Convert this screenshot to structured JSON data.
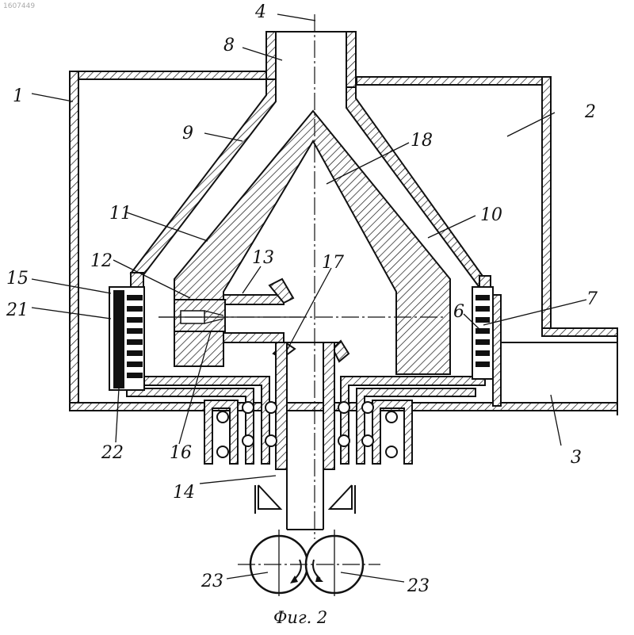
{
  "corner_id": "1607449",
  "caption": "Фиг. 2",
  "labels": {
    "l1": "1",
    "l2": "2",
    "l3": "3",
    "l4": "4",
    "l6": "6",
    "l7": "7",
    "l8": "8",
    "l9": "9",
    "l10": "10",
    "l11": "11",
    "l12": "12",
    "l13": "13",
    "l14": "14",
    "l15": "15",
    "l16": "16",
    "l17": "17",
    "l18": "18",
    "l21": "21",
    "l22": "22",
    "l23a": "23",
    "l23b": "23"
  }
}
